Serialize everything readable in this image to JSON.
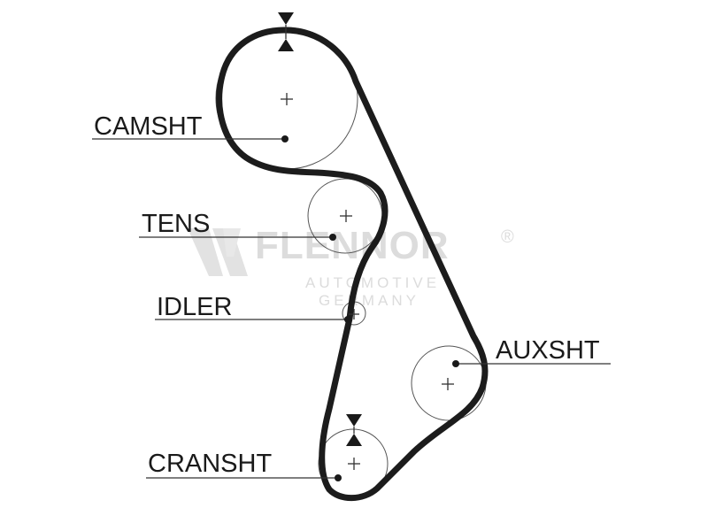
{
  "labels": {
    "camshaft": "CAMSHT",
    "tensioner": "TENS",
    "idler": "IDLER",
    "auxshaft": "AUXSHT",
    "crankshaft": "CRANSHT"
  },
  "watermark": {
    "brand": "FLENNOR",
    "registered": "®",
    "line1": "AUTOMOTIVE",
    "line2": "GERMANY"
  }
}
